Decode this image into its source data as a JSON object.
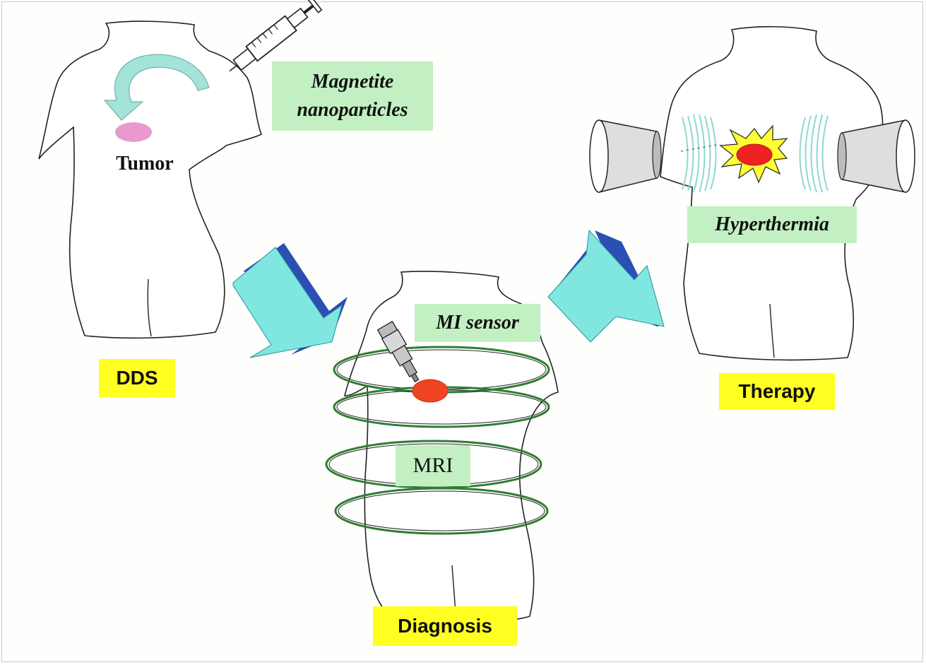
{
  "labels": {
    "magnetite": "Magnetite nanoparticles",
    "magnetite_line1": "Magnetite",
    "magnetite_line2": "nanoparticles",
    "tumor": "Tumor",
    "dds": "DDS",
    "mi_sensor": "MI sensor",
    "mri": "MRI",
    "diagnosis": "Diagnosis",
    "hyperthermia": "Hyperthermia",
    "therapy": "Therapy"
  },
  "colors": {
    "label_green": "#c2f0c2",
    "label_yellow": "#ffff22",
    "arrow_fill": "#7fe7e0",
    "arrow_edge": "#2c4fb3",
    "tumor_pink": "#e89ad0",
    "tumor_red": "#ee4422",
    "coil_green": "#2e7d32",
    "wave_cyan": "#8fd8d0",
    "burst_yellow": "#ffff33"
  },
  "icons": [
    "syringe-icon",
    "injection-arrow-icon",
    "probe-icon",
    "burst-icon",
    "transducer-icon"
  ]
}
